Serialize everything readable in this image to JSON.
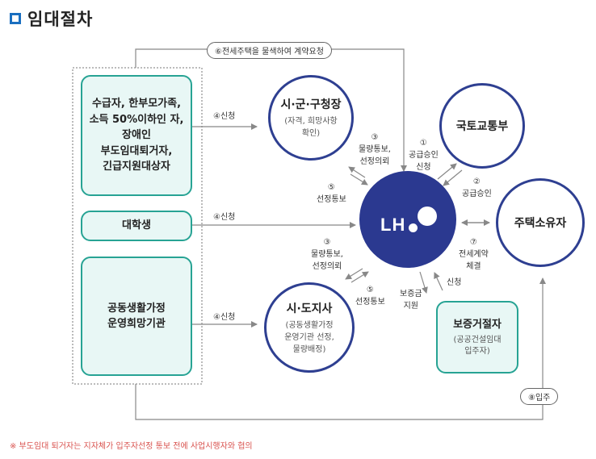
{
  "title": "임대절차",
  "nodes": {
    "applicants": "수급자, 한부모가족,\n소득 50%이하인 자,\n장애인\n부도임대퇴거자,\n긴급지원대상자",
    "university": "대학생",
    "cooperative": "공동생활가정\n운영희망기관",
    "city_office": {
      "title": "시·군·구청장",
      "sub": "(자격, 희망사항\n확인)"
    },
    "province_office": {
      "title": "시·도지사",
      "sub": "(공동생활가정\n운영기관 선정,\n물량배정)"
    },
    "ministry": "국토교통부",
    "owner": "주택소유자",
    "guarantor": {
      "title": "보증거절자",
      "sub": "(공공건설임대\n입주자)"
    },
    "lh": "LH"
  },
  "labels": {
    "contract_request": "⑥전세주택을 물색하여 계약요청",
    "apply_city": "④신청",
    "apply_lh": "④신청",
    "apply_province": "④신청",
    "qty_notice_top": "③\n물량통보,\n선정의뢰",
    "select_notice_top": "⑤\n선정통보",
    "qty_notice_bottom": "③\n물량통보,\n선정의뢰",
    "select_notice_bottom": "⑤\n선정통보",
    "supply_request": "①\n공급승인\n신청",
    "supply_approval": "②\n공급승인",
    "lease_contract": "⑦\n전세계약\n체결",
    "deposit_support": "보증금\n지원",
    "apply_guarantor": "신청",
    "move_in": "⑧입주"
  },
  "footnote": "※ 부도임대 퇴거자는 지자체가 입주자선정 통보 전에 사업시행자와 협의",
  "colors": {
    "accent": "#1a6fc0",
    "teal": "#27a394",
    "navy": "#2e3f91",
    "lh": "#2b3990",
    "note": "#d9534f"
  }
}
